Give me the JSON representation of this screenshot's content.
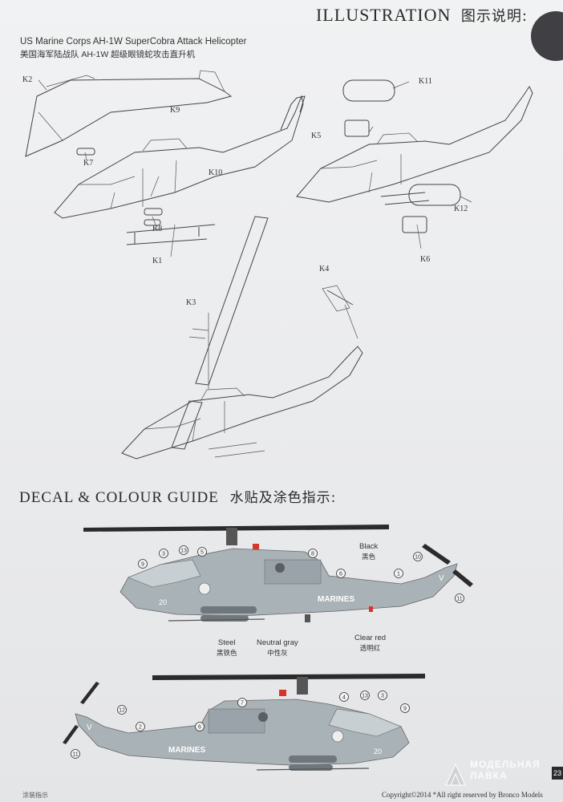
{
  "header": {
    "title": "ILLUSTRATION",
    "title_zh": "图示说明:"
  },
  "subtitle": {
    "en": "US Marine Corps AH-1W SuperCobra Attack Helicopter",
    "zh": "美国海军陆战队 AH-1W 超级眼镜蛇攻击直升机"
  },
  "part_labels": {
    "k1": "K1",
    "k2": "K2",
    "k3": "K3",
    "k4": "K4",
    "k5": "K5",
    "k6": "K6",
    "k7": "K7",
    "k8": "K8",
    "k9": "K9",
    "k10": "K10",
    "k11": "K11",
    "k12": "K12"
  },
  "guide": {
    "title": "DECAL & COLOUR GUIDE",
    "title_zh": "水贴及涂色指示:"
  },
  "colour_notes": {
    "black": {
      "en": "Black",
      "zh": "黑色"
    },
    "steel": {
      "en": "Steel",
      "zh": "黑铁色"
    },
    "neutral_gray": {
      "en": "Neutral gray",
      "zh": "中性灰"
    },
    "clear_red": {
      "en": "Clear red",
      "zh": "透明红"
    }
  },
  "side1": {
    "callouts": [
      "9",
      "3",
      "13",
      "5",
      "8",
      "6",
      "1",
      "10",
      "11"
    ],
    "nose_number": "20",
    "tail_code": "V",
    "fuselage_text": "MARINES"
  },
  "side2": {
    "callouts": [
      "7",
      "4",
      "13",
      "3",
      "9",
      "12",
      "2",
      "6",
      "11"
    ],
    "nose_number": "20",
    "tail_code": "V",
    "fuselage_text": "MARINES"
  },
  "colors": {
    "fuselage": "#a9b2b7",
    "rotor": "#2b2b2b",
    "beacon": "#d9342a",
    "ink": "#333333"
  },
  "footer": {
    "copyright": "Copyright©2014  *All right reserved by Bronco Models",
    "watermark": "МОДЕЛЬНАЯ ЛАВКА",
    "page_number": "23",
    "left_note": "涂装指示"
  }
}
